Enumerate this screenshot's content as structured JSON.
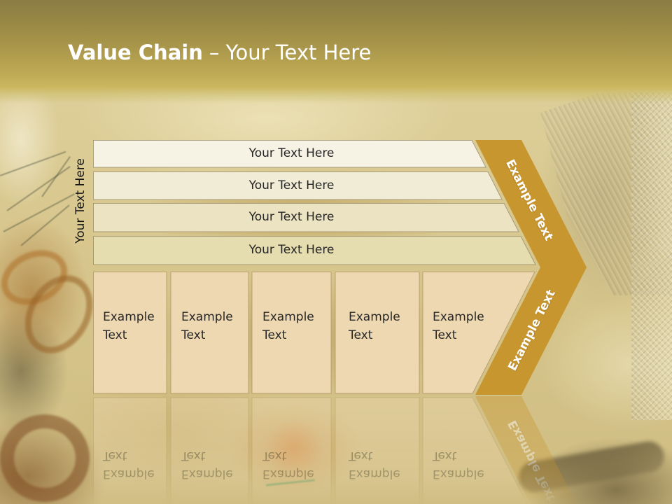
{
  "slide": {
    "title_emphasis": "Value Chain",
    "title_rest": "– Your Text Here"
  },
  "side_label": "Your Text Here",
  "support_activities": [
    {
      "label": "Your Text Here"
    },
    {
      "label": "Your Text Here"
    },
    {
      "label": "Your Text Here"
    },
    {
      "label": "Your Text Here"
    }
  ],
  "primary_activities": [
    {
      "label": "Example Text"
    },
    {
      "label": "Example Text"
    },
    {
      "label": "Example Text"
    },
    {
      "label": "Example Text"
    },
    {
      "label": "Example Text"
    }
  ],
  "margin": {
    "upper_label": "Example Text",
    "lower_label": "Example Text"
  },
  "colors": {
    "support_bars": [
      "#f6f3e5",
      "#f1ecd5",
      "#ebe3c2",
      "#e5dcaf"
    ],
    "primary_boxes": "#eed8b1",
    "margin_chevron": "#c8962f"
  }
}
